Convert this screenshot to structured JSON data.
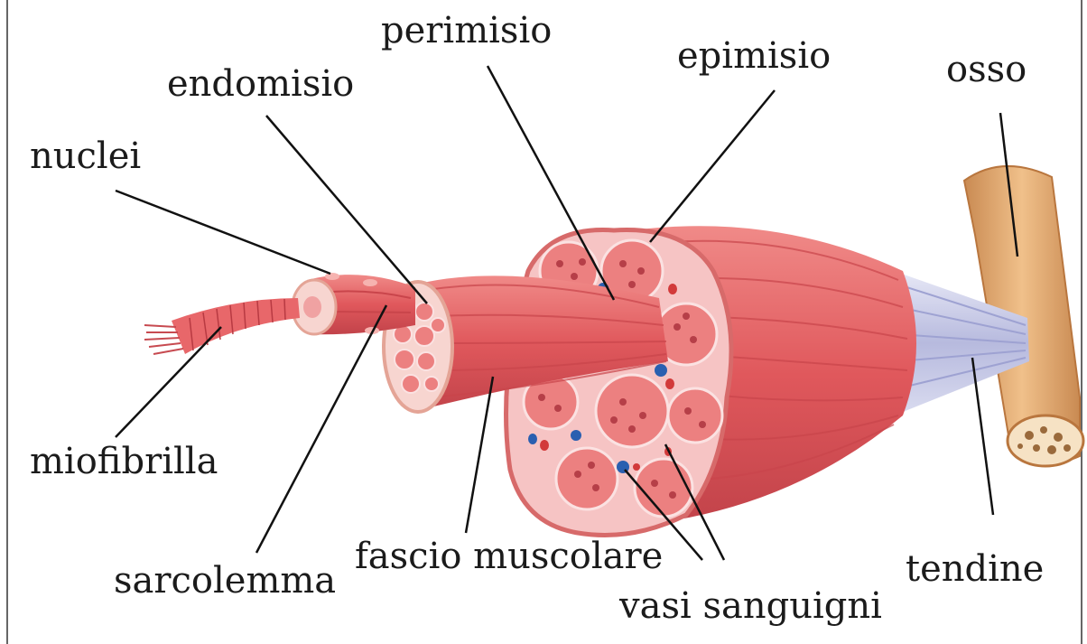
{
  "labels": {
    "perimisio": "perimisio",
    "endomisio": "endomisio",
    "epimisio": "epimisio",
    "osso": "osso",
    "nuclei": "nuclei",
    "miofibrilla": "miofibrilla",
    "sarcolemma": "sarcolemma",
    "fascio_muscolare": "fascio muscolare",
    "tendine": "tendine",
    "vasi_sanguigni": "vasi sanguigni"
  },
  "colors": {
    "muscle": "#e05a5e",
    "muscle_light": "#f4a7a4",
    "muscle_dark": "#b83a42",
    "fascicle_bg": "#f6c2c2",
    "fiber": "#ee8a8a",
    "tendon": "#c9cbe6",
    "bone": "#dea46a",
    "vessel_blue": "#2a5fb0",
    "vessel_red": "#d23a3a",
    "line": "#111111"
  }
}
